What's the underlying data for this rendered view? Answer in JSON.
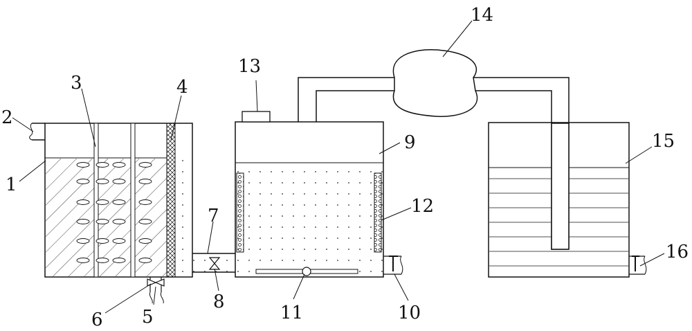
{
  "labels": {
    "l1": "1",
    "l2": "2",
    "l3": "3",
    "l4": "4",
    "l5": "5",
    "l6": "6",
    "l7": "7",
    "l8": "8",
    "l9": "9",
    "l10": "10",
    "l11": "11",
    "l12": "12",
    "l13": "13",
    "l14": "14",
    "l15": "15",
    "l16": "16"
  },
  "colors": {
    "line": "#111111",
    "background": "#ffffff"
  }
}
